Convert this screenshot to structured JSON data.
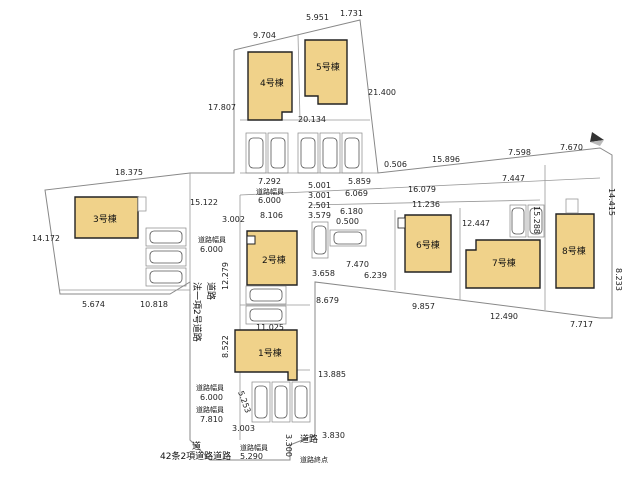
{
  "map": {
    "houses": [
      {
        "name": "1号棟"
      },
      {
        "name": "2号棟"
      },
      {
        "name": "3号棟"
      },
      {
        "name": "4号棟"
      },
      {
        "name": "5号棟"
      },
      {
        "name": "6号棟"
      },
      {
        "name": "7号棟"
      },
      {
        "name": "8号棟"
      }
    ],
    "dims": {
      "d9704": "9.704",
      "d5951": "5.951",
      "d1731": "1.731",
      "d17807": "17.807",
      "d21400": "21.400",
      "d20134": "20.134",
      "d18375": "18.375",
      "d15122": "15.122",
      "d14172": "14.172",
      "d5674": "5.674",
      "d10818": "10.818",
      "d7292": "7.292",
      "d5001": "5.001",
      "d5859": "5.859",
      "d0506": "0.506",
      "d15896": "15.896",
      "d7598": "7.598",
      "d7670": "7.670",
      "d14415": "14.415",
      "d3001": "3.001",
      "d6069": "6.069",
      "d16079": "16.079",
      "d7447": "7.447",
      "d3002": "3.002",
      "d8106": "8.106",
      "d2501": "2.501",
      "d3579": "3.579",
      "d6180": "6.180",
      "d11236": "11.236",
      "d0500": "0.500",
      "d12447": "12.447",
      "d15288": "15.288",
      "d12279": "12.279",
      "d3658": "3.658",
      "d7470": "7.470",
      "d6239": "6.239",
      "d8233": "8.233",
      "d8679": "8.679",
      "d9857": "9.857",
      "d12490": "12.490",
      "d7717": "7.717",
      "d11025": "11.025",
      "d8522": "8.522",
      "d13885": "13.885",
      "d5253": "5.253",
      "d3003": "3.003",
      "d3300": "3.300",
      "d3830": "3.830",
      "d5290": "5.290"
    },
    "roads": {
      "width_top": "道路幅員",
      "width_top_val": "6.000",
      "width_mid": "道路幅員",
      "width_mid_val": "6.000",
      "law_road": "法一項2号道路",
      "road_chars": "道路",
      "width_low1": "道路幅員",
      "width_low1_val": "6.000",
      "width_low2": "道路幅員",
      "width_low2_val": "7.810",
      "bottom_road_a": "道",
      "bottom_road_b": "42条2項道路道路",
      "bottom_width": "道路幅員",
      "bottom_road_right": "道路",
      "road_end": "道路終点"
    }
  }
}
